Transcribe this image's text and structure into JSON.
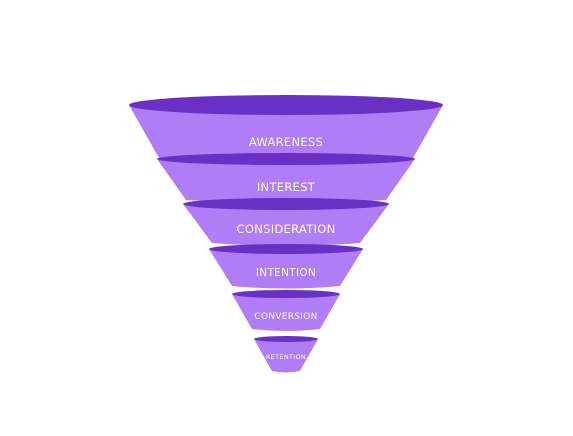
{
  "funnel": {
    "colors": {
      "face": "#b07df7",
      "rim": "#6a2fc4",
      "text": "#ffffff"
    },
    "stages": [
      {
        "label": "AWARENESS"
      },
      {
        "label": "INTEREST"
      },
      {
        "label": "CONSIDERATION"
      },
      {
        "label": "INTENTION"
      },
      {
        "label": "CONVERSION"
      },
      {
        "label": "RETENTION"
      }
    ]
  }
}
